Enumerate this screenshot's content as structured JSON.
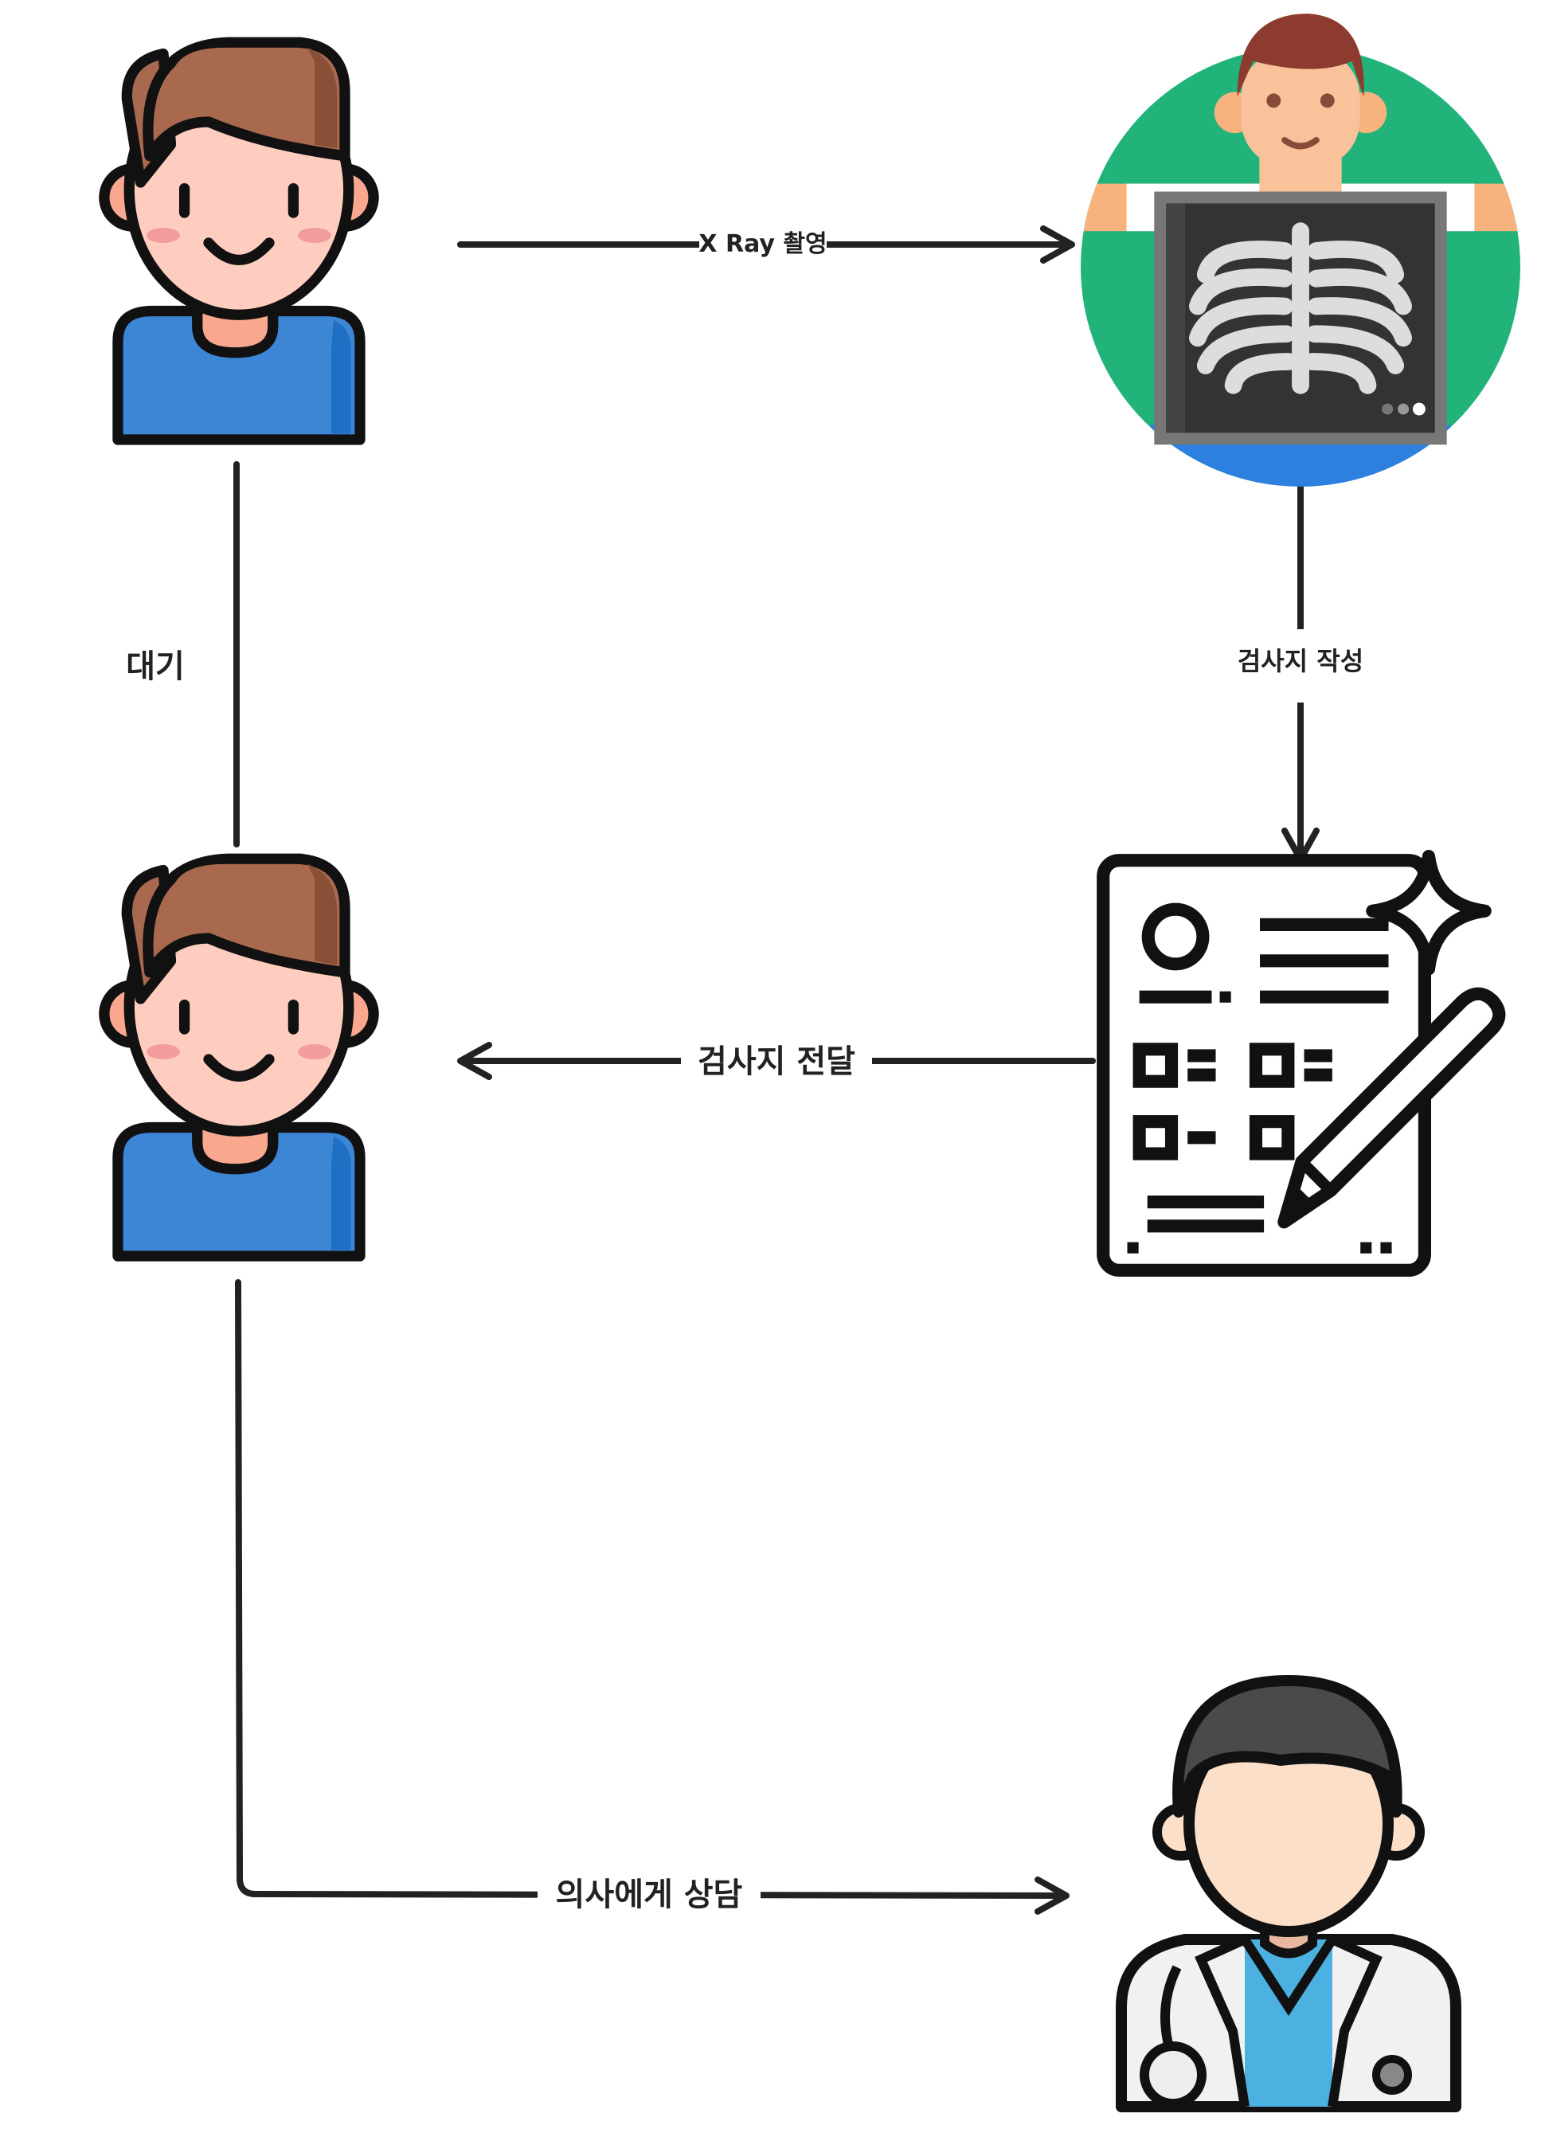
{
  "diagram": {
    "nodes": [
      {
        "id": "patient_1",
        "icon": "patient-icon"
      },
      {
        "id": "xray",
        "icon": "xray-icon"
      },
      {
        "id": "patient_2",
        "icon": "patient-icon"
      },
      {
        "id": "report",
        "icon": "report-form-icon"
      },
      {
        "id": "doctor",
        "icon": "doctor-icon"
      }
    ],
    "edges": [
      {
        "from": "patient_1",
        "to": "xray",
        "label": "X Ray 촬영"
      },
      {
        "from": "patient_1",
        "to": "patient_2",
        "label": "대기"
      },
      {
        "from": "xray",
        "to": "report",
        "label": "검사지 작성"
      },
      {
        "from": "report",
        "to": "patient_2",
        "label": "검사지 전달"
      },
      {
        "from": "patient_2",
        "to": "doctor",
        "label": "의사에게 상담"
      }
    ],
    "colors": {
      "line": "#222222",
      "skin": "#ffcdbf",
      "hair": "#a8694f",
      "shirt": "#3d86d6",
      "xray_bg": "#22b37b",
      "doctor_skin": "#fbdfc8",
      "doctor_hair": "#4a4a4a",
      "doctor_shirt": "#4cb1e0"
    }
  }
}
